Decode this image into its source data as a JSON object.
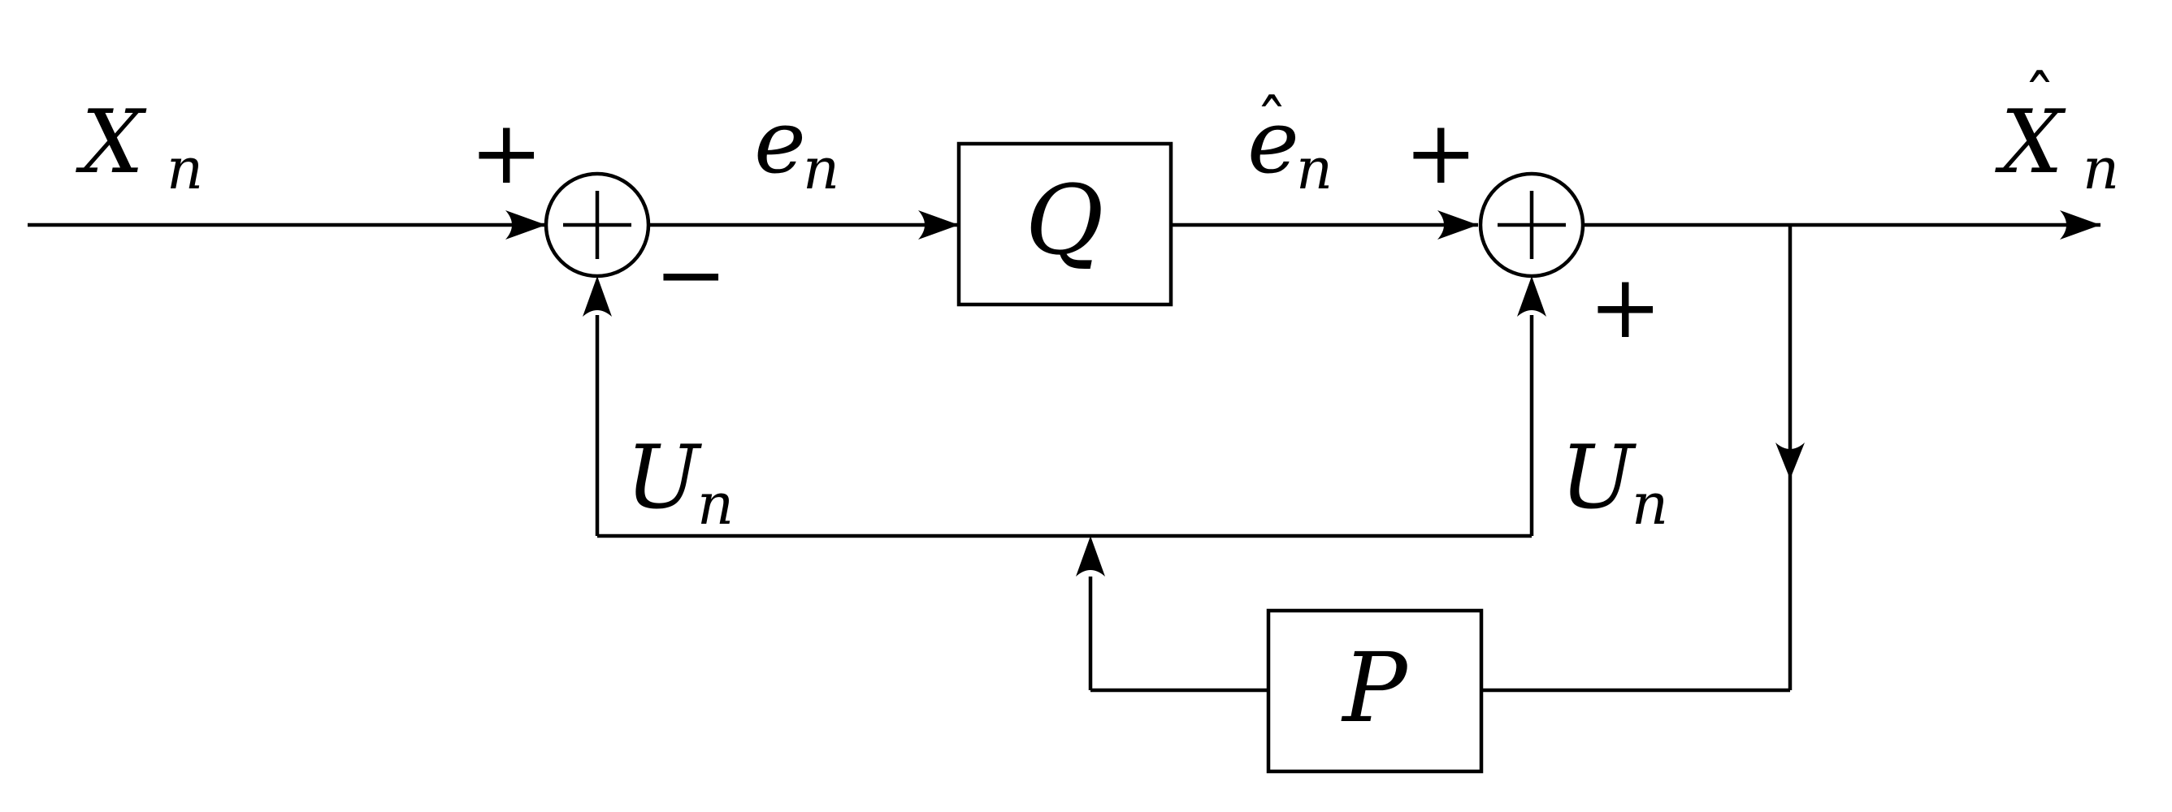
{
  "blocks": {
    "quantizer": {
      "label": "Q"
    },
    "predictor": {
      "label": "P"
    }
  },
  "signals": {
    "input": {
      "main": "X",
      "sub": "n"
    },
    "error": {
      "main": "e",
      "sub": "n"
    },
    "quantized_error": {
      "main": "e",
      "sub": "n",
      "accent": "ˆ"
    },
    "output": {
      "main": "X",
      "sub": "n",
      "accent": "ˆ"
    },
    "prediction_left": {
      "main": "U",
      "sub": "n"
    },
    "prediction_right": {
      "main": "U",
      "sub": "n"
    }
  },
  "signs": {
    "sum1_input": "+",
    "sum1_feedback": "−",
    "sum2_input": "+",
    "sum2_feedback": "+"
  }
}
